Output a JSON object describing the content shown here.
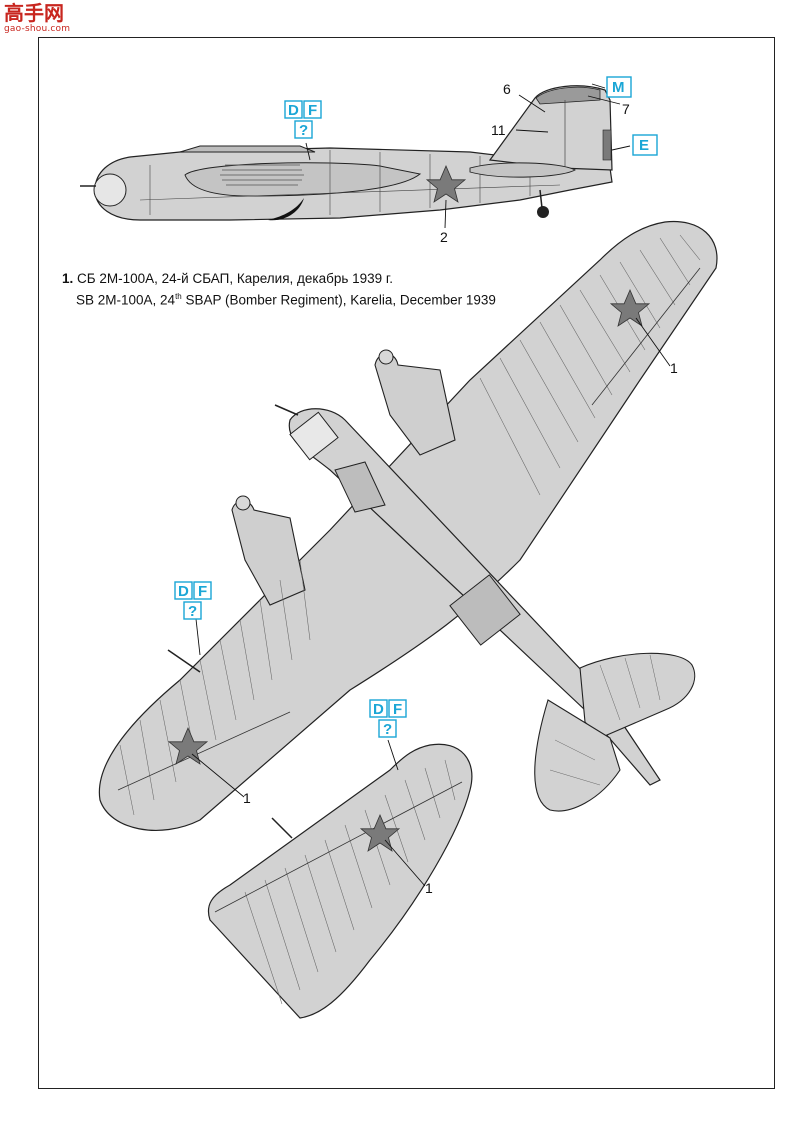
{
  "watermark": {
    "chinese": "高手网",
    "url": "gao-shou.com"
  },
  "caption": {
    "number": "1.",
    "line_ru": "СБ 2М-100А, 24-й СБАП, Карелия, декабрь 1939 г.",
    "line_en_prefix": "SB 2M-100A, 24",
    "line_en_sup": "th",
    "line_en_suffix": " SBAP (Bomber Regiment), Karelia, December 1939"
  },
  "badges": {
    "d": "D",
    "f": "F",
    "q": "?",
    "m": "M",
    "e": "E"
  },
  "callouts": {
    "c1": "1",
    "c2": "2",
    "c6": "6",
    "c7": "7",
    "c11": "11"
  },
  "colors": {
    "aircraft_grey": "#d2d2d2",
    "star_grey": "#7a7a7a",
    "badge_cyan": "#1aa6d6",
    "outline": "#222222"
  }
}
